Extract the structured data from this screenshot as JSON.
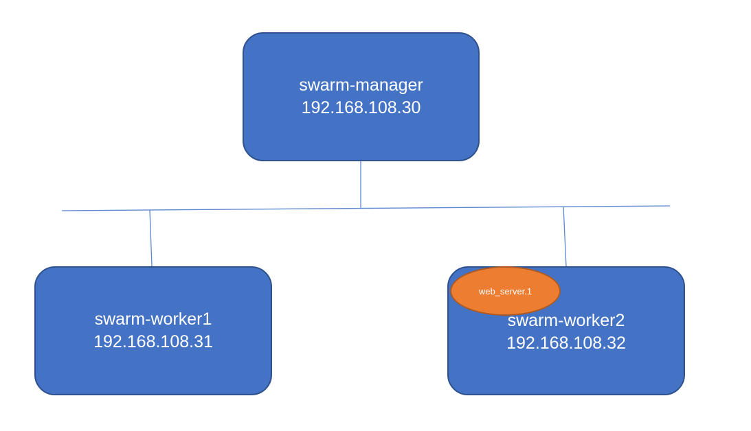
{
  "colors": {
    "node_fill": "#4472c4",
    "node_border": "#2f528f",
    "line": "#5b87d0",
    "task_fill": "#ed7d31",
    "task_border": "#ae5a21",
    "text": "#ffffff"
  },
  "nodes": {
    "manager": {
      "label": "swarm-manager",
      "ip": "192.168.108.30"
    },
    "worker1": {
      "label": "swarm-worker1",
      "ip": "192.168.108.31"
    },
    "worker2": {
      "label": "swarm-worker2",
      "ip": "192.168.108.32"
    }
  },
  "tasks": [
    {
      "label": "web_server.1",
      "node": "worker2"
    }
  ]
}
